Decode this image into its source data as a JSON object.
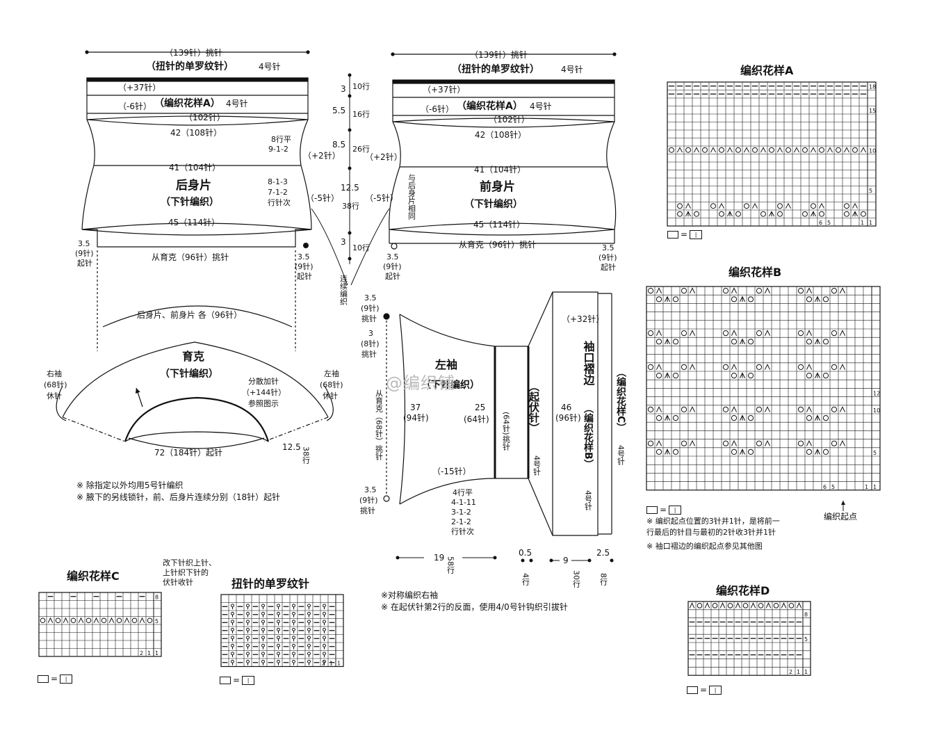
{
  "watermark": "@编织铺",
  "back": {
    "title": "后身片",
    "subtitle": "（下针编织）",
    "pick_top": "（139针）挑针",
    "rib_label": "（扭针的单罗纹针）",
    "rib_needle": "4号针",
    "plus37": "（+37针）",
    "minus6": "（-6针）",
    "patternA": "（编织花样A）",
    "patternA_needle": "4号针",
    "st102": "（102针）",
    "st108": "42（108针）",
    "st104": "41（104针）",
    "st114": "45（114针）",
    "plus2": "（+2针）",
    "minus5": "（-5针）",
    "inc_rows": [
      "8行平",
      "9-1-2"
    ],
    "dec_rows": [
      "8-1-3",
      "7-1-2",
      "行针次"
    ],
    "yoke_pick": "从育克（96针）挑针",
    "left_cast": [
      "3.5",
      "(9针)",
      "起针"
    ],
    "right_cast": [
      "3.5",
      "(9针)",
      "起针"
    ]
  },
  "front": {
    "title": "前身片",
    "subtitle": "（下针编织）",
    "pick_top": "（139针）挑针",
    "rib_label": "（扭针的单罗纹针）",
    "rib_needle": "4号针",
    "plus37": "（+37针）",
    "minus6": "（-6针）",
    "patternA": "（编织花样A）",
    "patternA_needle": "4号针",
    "st102": "（102针）",
    "st108": "42（108针）",
    "st104": "41（104针）",
    "st114": "45（114针）",
    "plus2": "（+2针）",
    "minus5": "（-5针）",
    "side_note": "与后身片相同",
    "yoke_pick": "从育克（96针）挑针",
    "left_cast": [
      "3.5",
      "(9针)",
      "起针"
    ],
    "right_cast": [
      "3.5",
      "(9针)",
      "起针"
    ]
  },
  "center_dims": [
    {
      "cm": "3",
      "rows": "10行"
    },
    {
      "cm": "5.5",
      "rows": "16行"
    },
    {
      "cm": "8.5",
      "rows": "26行"
    },
    {
      "cm": "12.5",
      "rows": "38行"
    },
    {
      "cm": "3",
      "rows": "10行"
    }
  ],
  "continuous_note": "连续编织",
  "yoke": {
    "title": "育克",
    "subtitle": "（下针编织）",
    "top_label": "后身片、前身片 各（96针）",
    "right_sleeve": [
      "右袖",
      "(68针)",
      "休针"
    ],
    "left_sleeve": [
      "左袖",
      "(68针)",
      "休针"
    ],
    "increase": [
      "分散加针",
      "（+144针）",
      "参照图示"
    ],
    "bottom": "72（184针）起针",
    "rows_cm": "12.5",
    "rows": "38行"
  },
  "notes_left": [
    "※ 除指定以外均用5号针编织",
    "※ 腋下的另线锁针，前、后身片连续分别（18针）起针"
  ],
  "sleeve": {
    "title": "左袖",
    "subtitle": "（下针编织）",
    "top_pick": [
      "3.5",
      "(9针)",
      "挑针"
    ],
    "star_pick": [
      "3",
      "(8针)",
      "挑针"
    ],
    "yoke_pick": "从育克（68针）挑针",
    "len37": "37",
    "st94": "(94针)",
    "len25": "25",
    "st64": "(64针)",
    "st64b": "(64针)挑针",
    "minus15": "（-15针）",
    "dec_rows": [
      "4行平",
      "4-1-11",
      "3-1-2",
      "2-1-2",
      "行针次"
    ],
    "bottom_pick": [
      "3.5",
      "(9针)",
      "挑针"
    ],
    "castoff": "（起伏针）",
    "castoff_needle": "4号针",
    "cuff_title": "袖口褶边",
    "cuff_pattern": "（编织花样B）",
    "cuff_needle": "4号针",
    "len46": "46",
    "st96": "(96针)",
    "plus32": "（+32针）",
    "patternC": "（编织花样C）",
    "patternC_needle": "4号针"
  },
  "sleeve_bottom_dims": [
    {
      "cm": "19",
      "rows": "58行"
    },
    {
      "cm": "0.5",
      "rows": "4行"
    },
    {
      "cm": "9",
      "rows": "30行"
    },
    {
      "cm": "2.5",
      "rows": "8行"
    }
  ],
  "notes_middle": [
    "※对称编织右袖",
    "※ 在起伏针第2行的反面，使用4/0号针钩织引拔针"
  ],
  "patterns": {
    "A": {
      "title": "编织花样A"
    },
    "B": {
      "title": "编织花样B",
      "start_label": "编织起点",
      "notes": [
        "※ 编织起点位置的3针并1针，是将前一",
        "    行最后的针目与最初的2针收3针并1针",
        "※ 袖口褶边的编织起点参见其他图"
      ]
    },
    "C": {
      "title": "编织花样C",
      "note": [
        "改下针织上针、",
        "上针织下针的",
        "伏针收针"
      ]
    },
    "rib": {
      "title": "扭针的单罗纹针"
    },
    "D": {
      "title": "编织花样D"
    },
    "legend_eq": "="
  }
}
